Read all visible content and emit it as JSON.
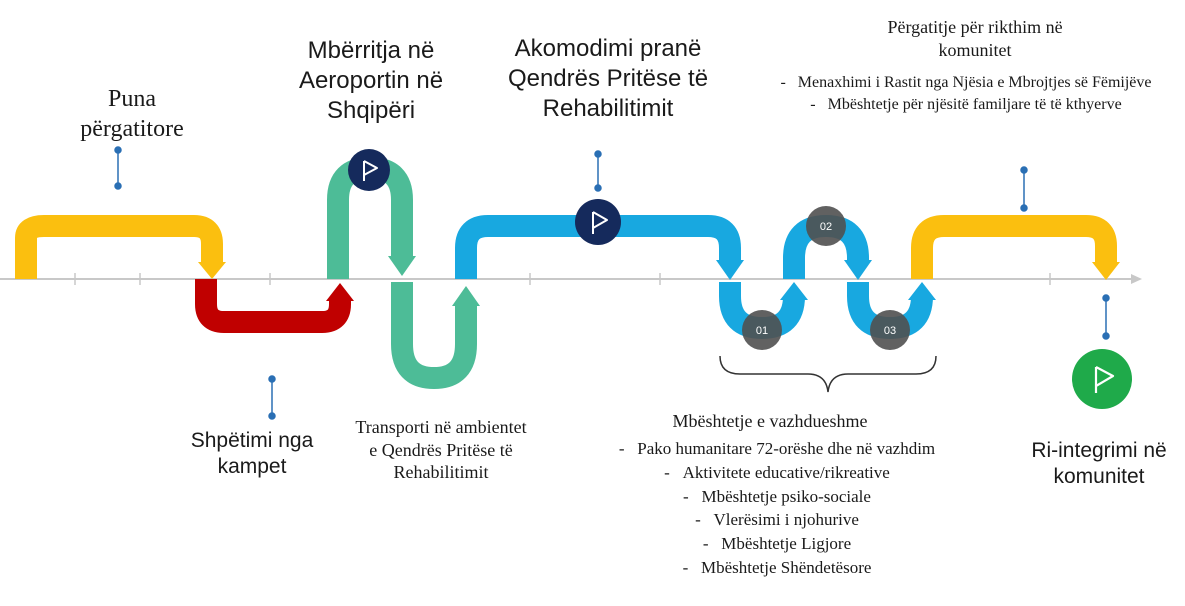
{
  "labels": {
    "preparatory": "Puna përgatitore",
    "rescue": "Shpëtimi nga kampet",
    "arrival": "Mbërritja në Aeroportin në Shqipëri",
    "transport": "Transporti në ambientet e Qendrës Pritëse të Rehabilitimit",
    "accommodation": "Akomodimi pranë Qendrës Pritëse të Rehabilitimit",
    "return_prep": "Përgatitje për rikthim në komunitet",
    "ongoing_support": "Mbështetje e vazhdueshme",
    "reintegration": "Ri-integrimi në komunitet"
  },
  "return_prep_items": [
    "Menaxhimi i Rastit nga Njësia e Mbrojtjes së Fëmijëve",
    "Mbështetje për njësitë familjare të të kthyerve"
  ],
  "support_items": [
    "Pako humanitare 72-orëshe dhe në vazhdim",
    "Aktivitete educative/rikreative",
    "Mbështetje psiko-sociale",
    "Vlerësimi i njohurive",
    "Mbështetje Ligjore",
    "Mbështetje Shëndetësore"
  ],
  "markers": [
    "01",
    "02",
    "03"
  ],
  "icons": {
    "flag": "flag-icon"
  },
  "colors": {
    "yellow": "#fbbf0f",
    "red": "#c00000",
    "green": "#4dbc97",
    "blue": "#18a8e0",
    "navy": "#152a5c",
    "grey": "#505050",
    "flag_green": "#1faa4a",
    "axis": "#c8c8c8",
    "dot": "#2a6fb4"
  }
}
